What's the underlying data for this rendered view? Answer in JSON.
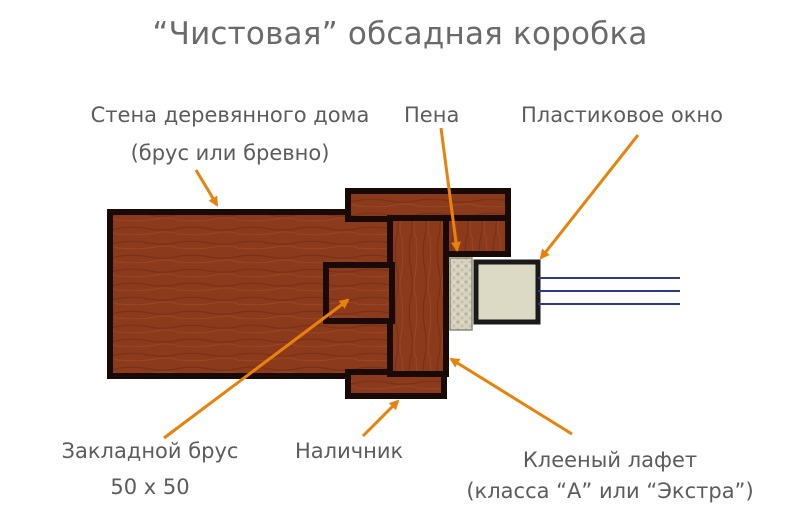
{
  "title": "“Чистовая” обсадная коробка",
  "labels": {
    "wall_line1": "Стена деревянного дома",
    "wall_line2": "(брус или бревно)",
    "foam": "Пена",
    "window": "Пластиковое окно",
    "insert_line1": "Закладной брус",
    "insert_line2": "50 x 50",
    "trim": "Наличник",
    "lafet_line1": "Клееный лафет",
    "lafet_line2": "(класса “А” или “Экстра”)"
  },
  "colors": {
    "wood": "#8b3a1c",
    "wood_dark": "#6e2a12",
    "outline": "#1a0a05",
    "foam": "#d8d3c0",
    "window": "#dcdac5",
    "glass_lines": "#2a3a8c",
    "arrow": "#e8820a",
    "text": "#5c5c5c"
  }
}
